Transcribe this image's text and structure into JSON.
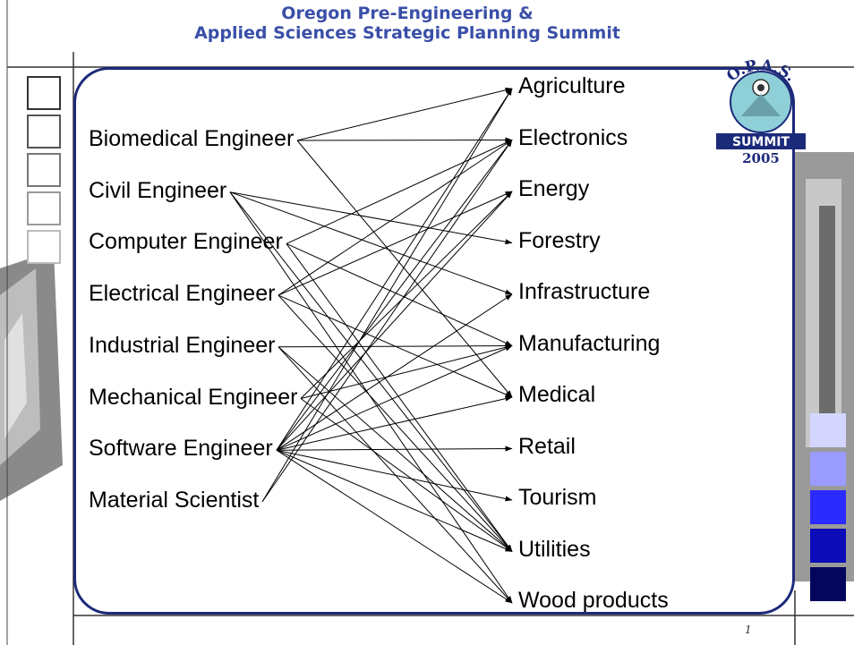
{
  "header": {
    "title_line1": "Oregon Pre-Engineering &",
    "title_line2": "Applied Sciences Strategic Planning Summit"
  },
  "logo": {
    "top_text": "O.P.A.S.",
    "banner_text": "SUMMIT",
    "year": "2005"
  },
  "page_number": "1",
  "careers": [
    "Biomedical Engineer",
    "Civil Engineer",
    "Computer Engineer",
    "Electrical Engineer",
    "Industrial Engineer",
    "Mechanical Engineer",
    "Software Engineer",
    "Material Scientist"
  ],
  "sectors": [
    "Agriculture",
    "Electronics",
    "Energy",
    "Forestry",
    "Infrastructure",
    "Manufacturing",
    "Medical",
    "Retail",
    "Tourism",
    "Utilities",
    "Wood products"
  ],
  "links": [
    [
      "Biomedical Engineer",
      "Agriculture"
    ],
    [
      "Biomedical Engineer",
      "Electronics"
    ],
    [
      "Biomedical Engineer",
      "Medical"
    ],
    [
      "Civil Engineer",
      "Forestry"
    ],
    [
      "Civil Engineer",
      "Infrastructure"
    ],
    [
      "Civil Engineer",
      "Utilities"
    ],
    [
      "Civil Engineer",
      "Wood products"
    ],
    [
      "Computer Engineer",
      "Electronics"
    ],
    [
      "Computer Engineer",
      "Manufacturing"
    ],
    [
      "Computer Engineer",
      "Utilities"
    ],
    [
      "Electrical Engineer",
      "Electronics"
    ],
    [
      "Electrical Engineer",
      "Energy"
    ],
    [
      "Electrical Engineer",
      "Medical"
    ],
    [
      "Electrical Engineer",
      "Utilities"
    ],
    [
      "Industrial Engineer",
      "Manufacturing"
    ],
    [
      "Industrial Engineer",
      "Utilities"
    ],
    [
      "Industrial Engineer",
      "Wood products"
    ],
    [
      "Mechanical Engineer",
      "Energy"
    ],
    [
      "Mechanical Engineer",
      "Manufacturing"
    ],
    [
      "Mechanical Engineer",
      "Utilities"
    ],
    [
      "Software Engineer",
      "Agriculture"
    ],
    [
      "Software Engineer",
      "Electronics"
    ],
    [
      "Software Engineer",
      "Energy"
    ],
    [
      "Software Engineer",
      "Infrastructure"
    ],
    [
      "Software Engineer",
      "Manufacturing"
    ],
    [
      "Software Engineer",
      "Medical"
    ],
    [
      "Software Engineer",
      "Retail"
    ],
    [
      "Software Engineer",
      "Tourism"
    ],
    [
      "Software Engineer",
      "Utilities"
    ],
    [
      "Software Engineer",
      "Wood products"
    ],
    [
      "Material Scientist",
      "Agriculture"
    ],
    [
      "Material Scientist",
      "Electronics"
    ]
  ],
  "colors": {
    "title": "#3a4fa8",
    "panel_border": "#1c2a7a",
    "corner_squares": [
      "#d4d6ff",
      "#9a9cff",
      "#2b2bff",
      "#0c0cb8",
      "#05055e"
    ],
    "outline_squares": [
      "#333333",
      "#555555",
      "#777777",
      "#999999",
      "#bbbbbb"
    ]
  }
}
